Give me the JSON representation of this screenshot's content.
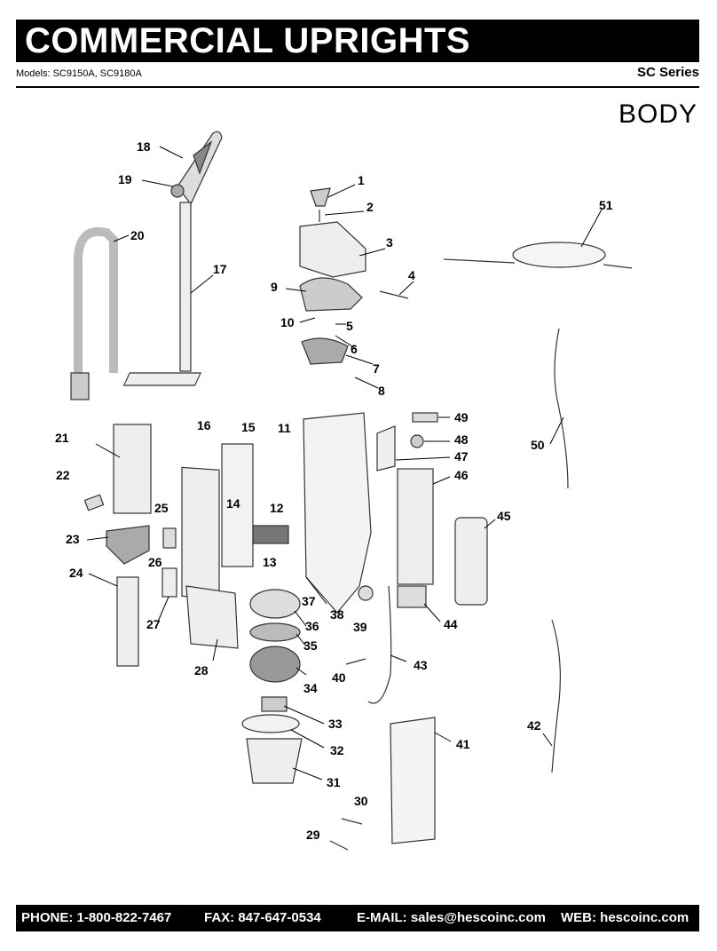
{
  "header": {
    "title": "COMMERCIAL UPRIGHTS",
    "models": "Models: SC9150A, SC9180A",
    "series": "SC Series",
    "section": "BODY"
  },
  "footer": {
    "phone": "PHONE: 1-800-822-7467",
    "fax": "FAX: 847-647-0534",
    "email": "E-MAIL: sales@hescoinc.com",
    "web": "WEB: hescoinc.com"
  },
  "callouts": [
    "1",
    "2",
    "3",
    "4",
    "5",
    "6",
    "7",
    "8",
    "9",
    "10",
    "11",
    "12",
    "13",
    "14",
    "15",
    "16",
    "17",
    "18",
    "19",
    "20",
    "21",
    "22",
    "23",
    "24",
    "25",
    "26",
    "27",
    "28",
    "29",
    "30",
    "31",
    "32",
    "33",
    "34",
    "35",
    "36",
    "37",
    "38",
    "39",
    "40",
    "41",
    "42",
    "43",
    "44",
    "45",
    "46",
    "47",
    "48",
    "49",
    "50",
    "51"
  ]
}
